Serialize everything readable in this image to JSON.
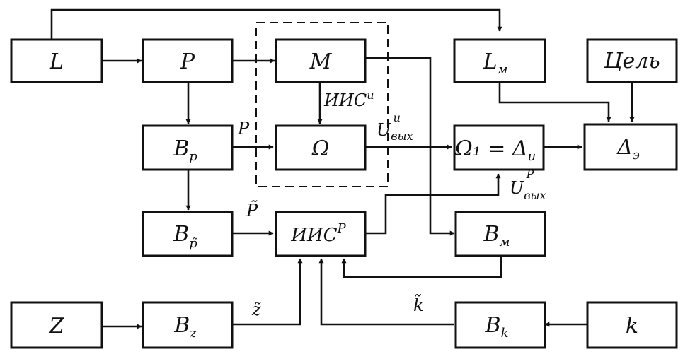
{
  "blocks": {
    "L": {
      "label": "L"
    },
    "P": {
      "label": "P"
    },
    "M": {
      "label": "M"
    },
    "Lm": {
      "label": "L",
      "sub": "м"
    },
    "goal": {
      "label": "Цель"
    },
    "Bp": {
      "label": "B",
      "sub": "p"
    },
    "Omega": {
      "label": "Ω"
    },
    "Omega1": {
      "label": "Ω₁ = Δ",
      "sub": "и"
    },
    "De": {
      "label": "Δ",
      "sub": "э"
    },
    "Bptilde": {
      "label": "B",
      "sub": "p̃"
    },
    "IISp": {
      "label": "ИИС",
      "sup": "P"
    },
    "Bm": {
      "label": "B",
      "sub": "м"
    },
    "Z": {
      "label": "Z"
    },
    "Bz": {
      "label": "B",
      "sub": "z"
    },
    "Bk": {
      "label": "B",
      "sub": "k"
    },
    "K": {
      "label": "k"
    }
  },
  "signals": {
    "iis_n": {
      "main": "ИИС",
      "sup": "и"
    },
    "p": {
      "main": "P"
    },
    "u_out_i": {
      "main": "U",
      "sub": "вых",
      "sup": "и"
    },
    "u_out_p": {
      "main": "U",
      "sub": "вых",
      "sup": "P"
    },
    "p_tilde": {
      "main": "P̃"
    },
    "z_tilde": {
      "main": "z̃"
    },
    "k_tilde": {
      "main": "k̃"
    }
  }
}
